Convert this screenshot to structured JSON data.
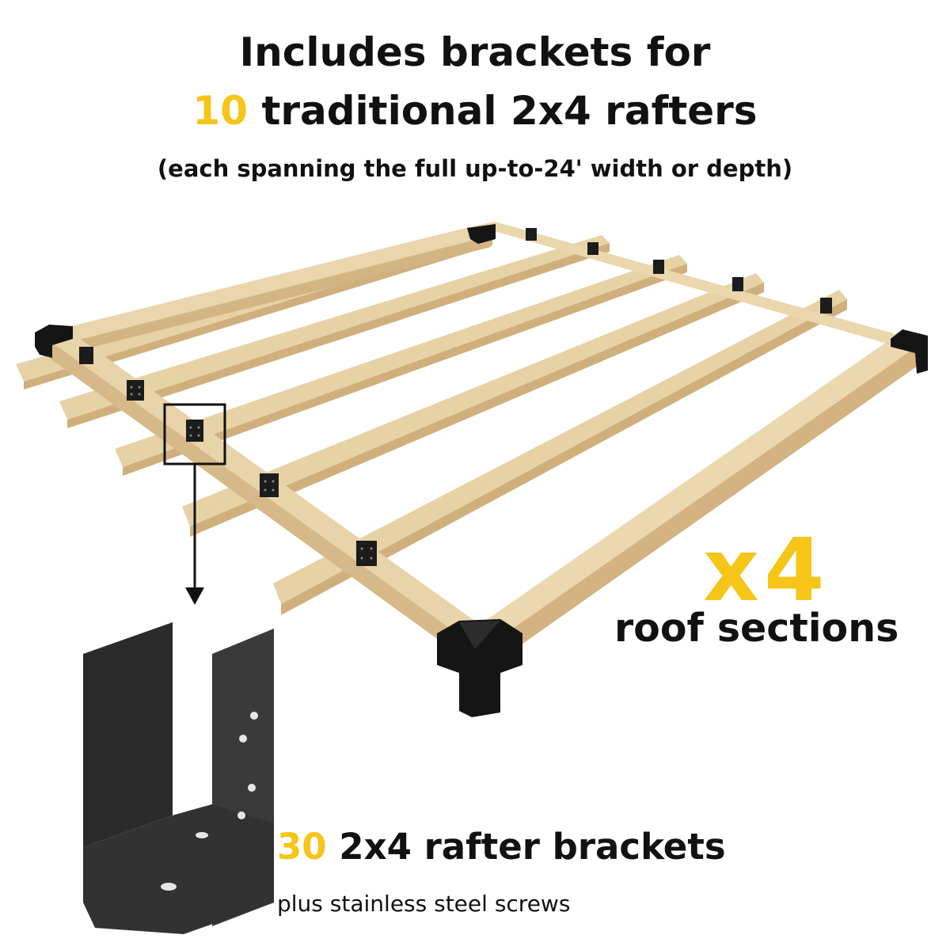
{
  "header": {
    "line1": "Includes brackets for",
    "line2_number": "10",
    "line2_text": "traditional 2x4 rafters",
    "subtitle": "(each spanning the full up-to-24' width or depth)"
  },
  "multiplier": {
    "value": "x4",
    "label": "roof sections"
  },
  "brackets": {
    "count": "30",
    "label": "2x4 rafter brackets",
    "note": "plus stainless steel screws"
  },
  "colors": {
    "accent": "#f5c518",
    "text": "#111111",
    "wood": "#e8d3a8",
    "metal": "#2a2a2a"
  }
}
